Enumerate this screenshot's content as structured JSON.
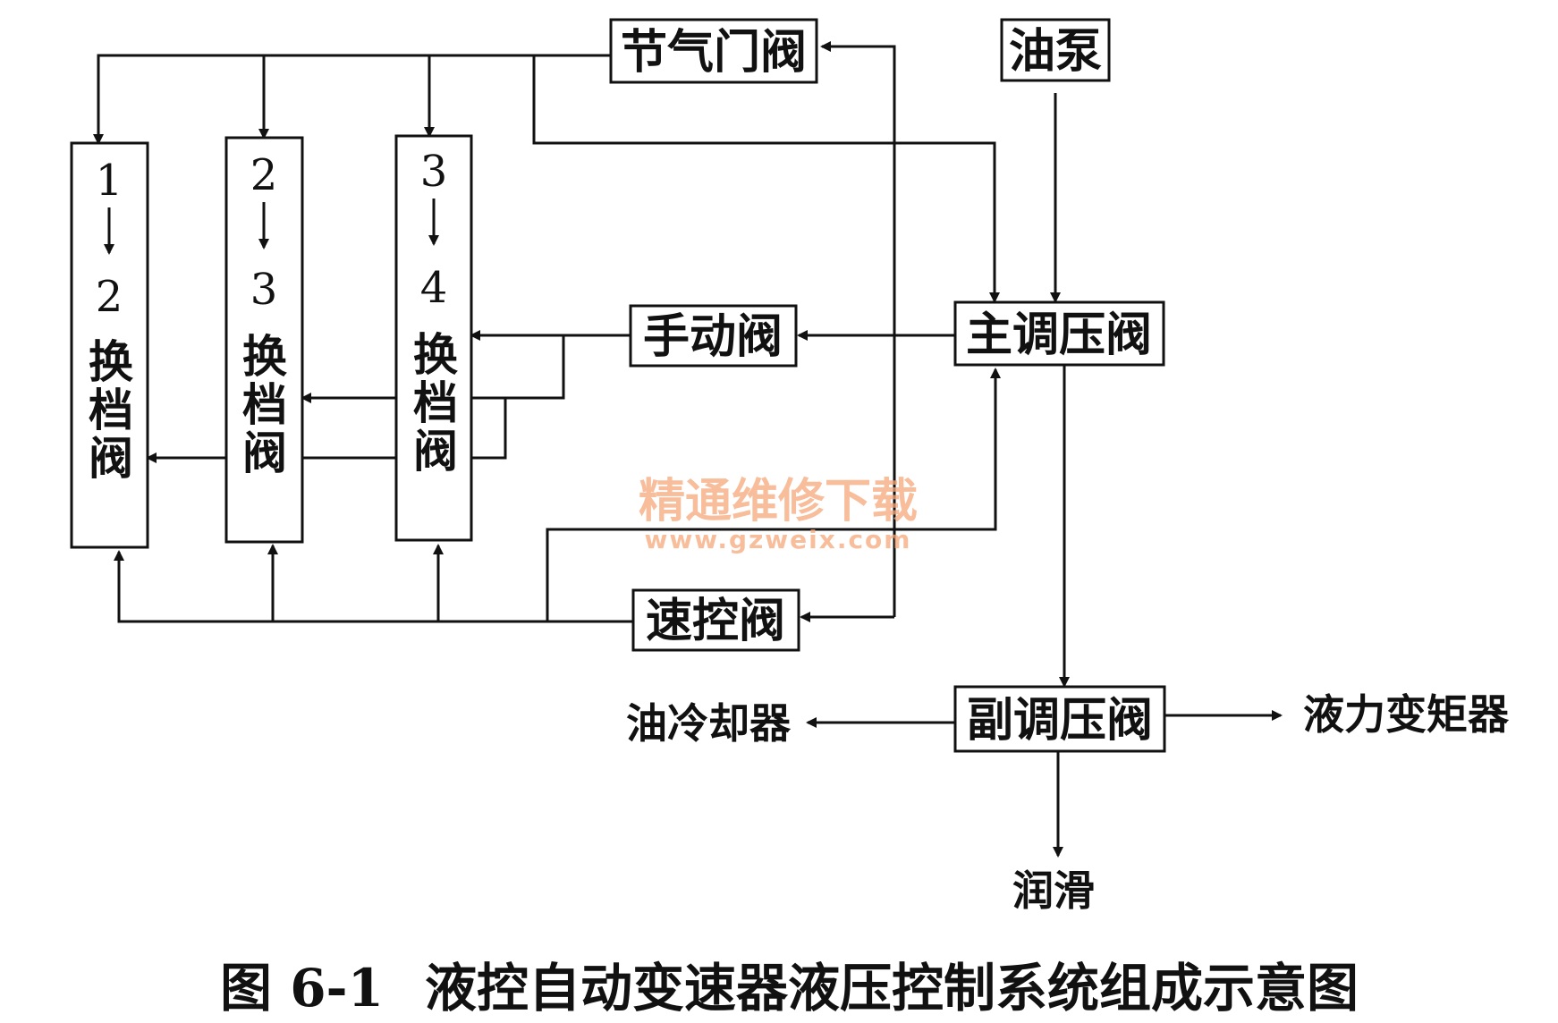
{
  "nodes": {
    "throttle_valve": "节气门阀",
    "oil_pump": "油泵",
    "manual_valve": "手动阀",
    "main_regulator": "主调压阀",
    "speed_control_valve": "速控阀",
    "secondary_regulator": "副调压阀",
    "oil_cooler": "油冷却器",
    "torque_converter": "液力变矩器",
    "lubrication": "润滑"
  },
  "shift_valves": [
    {
      "from": "1",
      "to": "2",
      "chars": [
        "换",
        "档",
        "阀"
      ]
    },
    {
      "from": "2",
      "to": "3",
      "chars": [
        "换",
        "档",
        "阀"
      ]
    },
    {
      "from": "3",
      "to": "4",
      "chars": [
        "换",
        "档",
        "阀"
      ]
    }
  ],
  "watermark": {
    "text": "精通维修下载",
    "url": "www.gzweix.com"
  },
  "caption": {
    "figure": "图 6-1",
    "title": "液控自动变速器液压控制系统组成示意图"
  }
}
